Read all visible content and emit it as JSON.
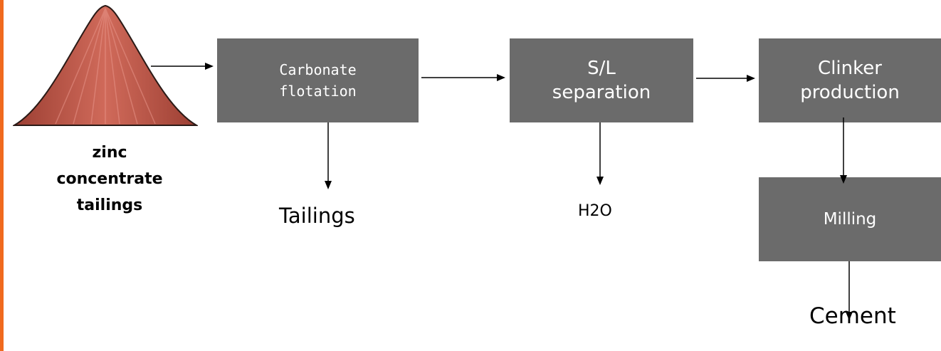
{
  "input": {
    "label": "zinc\nconcentrate\ntailings",
    "pile_color": "#c0584a"
  },
  "steps": {
    "carbonate_flotation": "Carbonate\nflotation",
    "sl_separation": "S/L\nseparation",
    "clinker_production": "Clinker\nproduction",
    "milling": "Milling"
  },
  "outputs": {
    "tailings": "Tailings",
    "water": "H2O",
    "cement": "Cement"
  },
  "colors": {
    "box_fill": "#6b6b6b",
    "box_text": "#ffffff",
    "accent": "#f06a1e",
    "arrow": "#000000"
  }
}
